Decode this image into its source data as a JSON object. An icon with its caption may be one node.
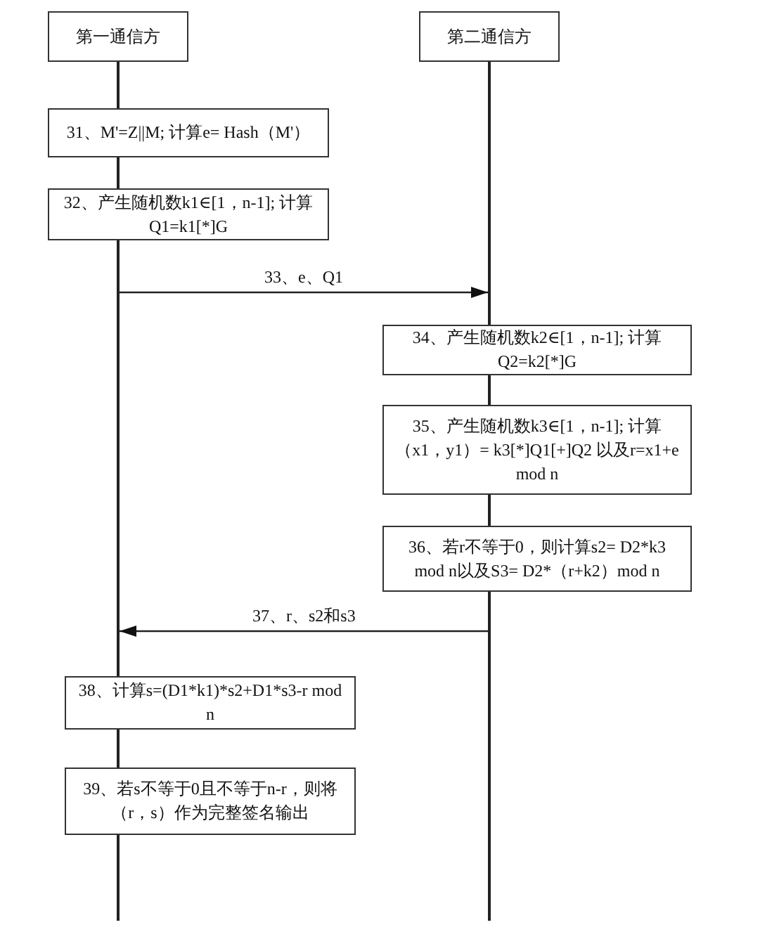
{
  "diagram": {
    "nodes": [
      {
        "text": [
          "第一通信方"
        ]
      },
      {
        "text": [
          "第二通信方"
        ]
      },
      {
        "text": [],
        "shape": "line"
      },
      {
        "text": [],
        "shape": "line"
      },
      {
        "text": [
          "31、M'=Z||M; 计算e= Hash（M'）"
        ]
      },
      {
        "text": [
          "32、产生随机数k1∈[1，n-1]; 计算Q1=k1[*]G"
        ]
      },
      {
        "text": [
          "34、产生随机数k2∈[1，n-1]; 计算Q2=k2[*]G"
        ]
      },
      {
        "text": [
          "35、产生随机数k3∈[1，n-1]; 计算（x1，y1）= k3[*]Q1[+]Q2 以及r=x1+e mod n"
        ]
      },
      {
        "text": [
          "36、若r不等于0，则计算s2= D2*k3 mod n以及S3= D2*（r+k2）mod n"
        ]
      },
      {
        "text": [
          "38、计算s=(D1*k1)*s2+D1*s3-r mod n"
        ]
      },
      {
        "text": [
          "39、若s不等于0且不等于n-r，则将（r，s）作为完整签名输出"
        ]
      }
    ],
    "edges": [
      {
        "from": 2,
        "to": 3,
        "arrow": "to",
        "label": "33、e、Q1"
      },
      {
        "from": 3,
        "to": 2,
        "arrow": "to",
        "label": "37、r、s2和s3"
      }
    ]
  }
}
